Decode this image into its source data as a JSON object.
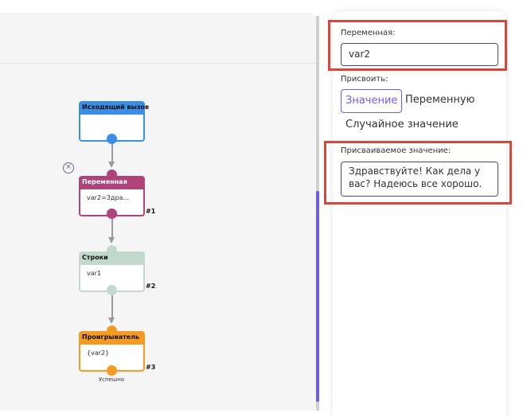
{
  "flow": {
    "nodes": [
      {
        "title": "Исходящий вызов",
        "body": "",
        "color": "#3a8ee6"
      },
      {
        "title": "Переменная",
        "body": "var2=Здра...",
        "number": "#1",
        "color": "#b04379"
      },
      {
        "title": "Строки",
        "body": "var1",
        "number": "#2",
        "color": "#c2d8cd"
      },
      {
        "title": "Проигрыватель",
        "body": "{var2}",
        "number": "#3",
        "color": "#f59a23"
      }
    ],
    "success_label": "Успешно"
  },
  "panel": {
    "variable_label": "Переменная:",
    "variable_value": "var2",
    "assign_label": "Присвоить:",
    "assign_options": [
      "Значение",
      "Переменную",
      "Случайное значение"
    ],
    "value_label": "Присваиваемое значение:",
    "value_text": "Здравствуйте! Как дела у вас? Надеюсь все хорошо."
  },
  "colors": {
    "accent": "#6b5cf5",
    "highlight": "#d9473a"
  }
}
